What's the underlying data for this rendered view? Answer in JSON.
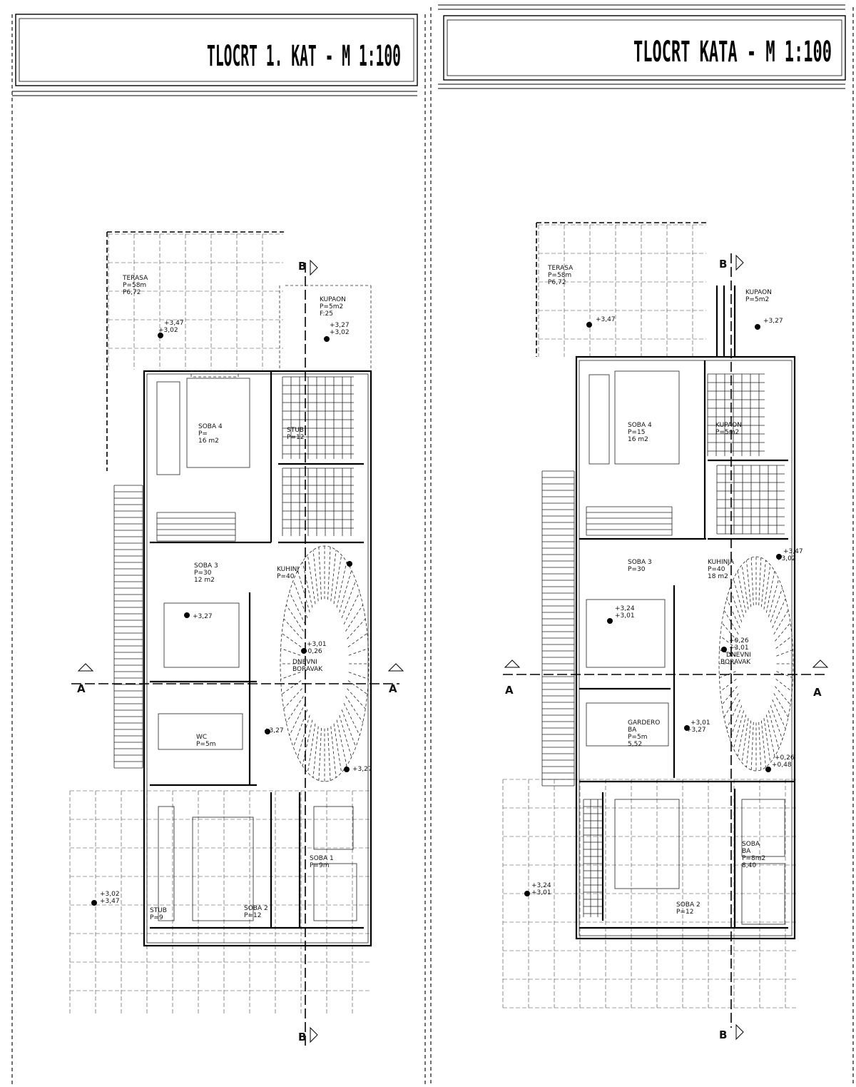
{
  "sheets": [
    {
      "title": "TLOCRT 1. KAT - M 1:100",
      "rooms": [
        {
          "id": "terasa-top",
          "lines": [
            "TERASA",
            "P=58m",
            "P6,72"
          ]
        },
        {
          "id": "kupaonica-top",
          "lines": [
            "KUPAON",
            "P=5m2",
            "F:25"
          ]
        },
        {
          "id": "soba4",
          "lines": [
            "SOBA 4",
            "P=",
            "16 m2"
          ]
        },
        {
          "id": "stub-top",
          "lines": [
            "STUB",
            "P=12"
          ]
        },
        {
          "id": "soba3",
          "lines": [
            "SOBA 3",
            "P=30",
            "12 m2"
          ]
        },
        {
          "id": "kuhinja",
          "lines": [
            "KUHINJ",
            "P=40"
          ]
        },
        {
          "id": "dnevni",
          "lines": [
            "DNEVNI",
            "BORAVAK"
          ]
        },
        {
          "id": "wc",
          "lines": [
            "WC",
            "P=5m"
          ]
        },
        {
          "id": "soba2",
          "lines": [
            "SOBA 2",
            "P=12"
          ]
        },
        {
          "id": "soba1",
          "lines": [
            "SOBA 1",
            "P=9m"
          ]
        },
        {
          "id": "stub-bottom",
          "lines": [
            "STUB",
            "P=9"
          ]
        }
      ],
      "levels": [
        {
          "id": "lvl-terasa",
          "lines": [
            "+3,47",
            "+3,02"
          ]
        },
        {
          "id": "lvl-kupaon",
          "lines": [
            "+3,27",
            "+3,02"
          ]
        },
        {
          "id": "lvl-soba3",
          "lines": [
            "+3,27"
          ]
        },
        {
          "id": "lvl-dnevni",
          "lines": [
            "+3,01",
            "+0,26"
          ]
        },
        {
          "id": "lvl-hall",
          "lines": [
            "+3,27"
          ]
        },
        {
          "id": "lvl-entry",
          "lines": [
            "+3,27"
          ]
        },
        {
          "id": "lvl-bottom",
          "lines": [
            "+3,02",
            "+3,47"
          ]
        }
      ],
      "axis": {
        "a": "A",
        "b": "B"
      }
    },
    {
      "title": "TLOCRT KATA - M 1:100",
      "rooms": [
        {
          "id": "terasa-top",
          "lines": [
            "TERASA",
            "P=58m",
            "P6,72"
          ]
        },
        {
          "id": "kupaonica-top",
          "lines": [
            "KUPAON",
            "P=5m2"
          ]
        },
        {
          "id": "soba4",
          "lines": [
            "SOBA 4",
            "P=15",
            "16 m2"
          ]
        },
        {
          "id": "kupaonica2",
          "lines": [
            "KUPAON",
            "P=5m2"
          ]
        },
        {
          "id": "soba3",
          "lines": [
            "SOBA 3",
            "P=30"
          ]
        },
        {
          "id": "kuhinja",
          "lines": [
            "KUHINJA",
            "P=40",
            "18 m2"
          ]
        },
        {
          "id": "garderoba",
          "lines": [
            "GARDERO",
            "BA",
            "P=5m",
            "5,52"
          ]
        },
        {
          "id": "dnevni",
          "lines": [
            "DNEVNI",
            "BORAVAK"
          ]
        },
        {
          "id": "soba2",
          "lines": [
            "SOBA 2",
            "P=12"
          ]
        },
        {
          "id": "soba1",
          "lines": [
            "SOBA",
            "BA",
            "P=8m2",
            "8,40"
          ]
        }
      ],
      "levels": [
        {
          "id": "lvl-terasa",
          "lines": [
            "+3,47"
          ]
        },
        {
          "id": "lvl-kupaon",
          "lines": [
            "+3,27"
          ]
        },
        {
          "id": "lvl-kuhinja",
          "lines": [
            "+3,47",
            "+3,02"
          ]
        },
        {
          "id": "lvl-soba3",
          "lines": [
            "+3,24",
            "+3,01"
          ]
        },
        {
          "id": "lvl-dnevni",
          "lines": [
            "+0,26",
            "+3,01"
          ]
        },
        {
          "id": "lvl-garderoba",
          "lines": [
            "+3,01",
            "+3,27"
          ]
        },
        {
          "id": "lvl-entry",
          "lines": [
            "+0,26",
            "+0,48"
          ]
        },
        {
          "id": "lvl-bottom",
          "lines": [
            "+3,24",
            "+3,01"
          ]
        }
      ],
      "axis": {
        "a": "A",
        "b": "B"
      }
    }
  ]
}
